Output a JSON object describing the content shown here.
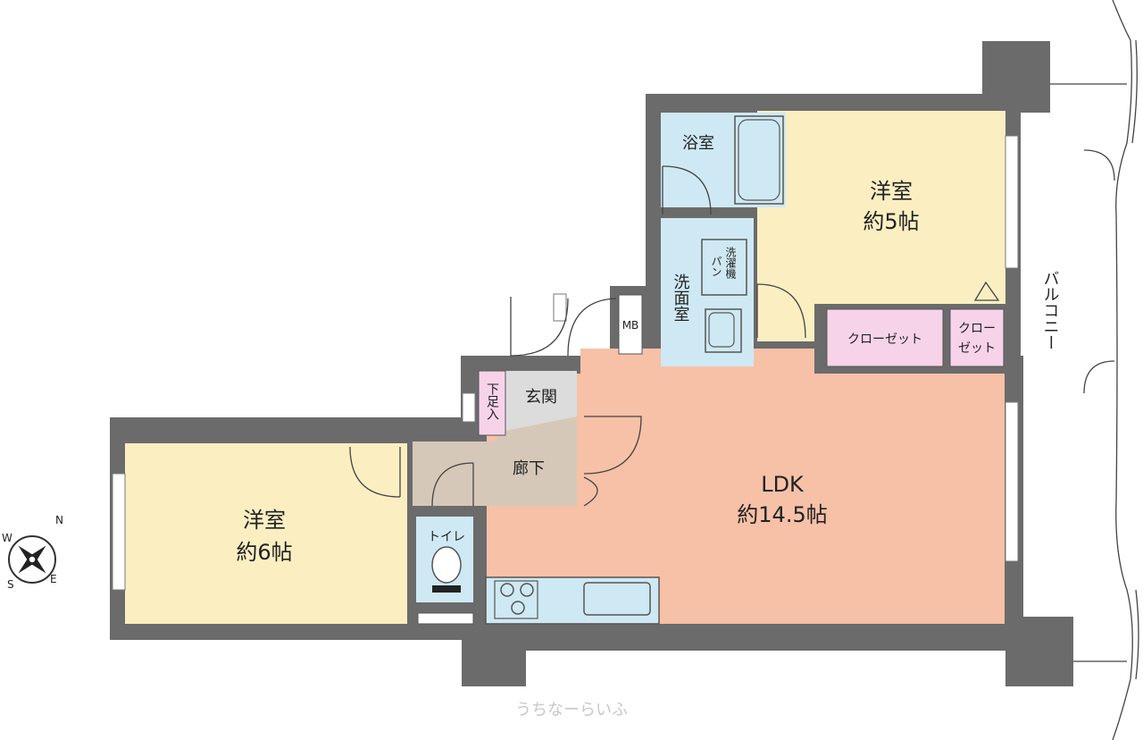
{
  "rooms": {
    "western_room_large": {
      "name": "洋室",
      "size": "約6帖"
    },
    "western_room_small": {
      "name": "洋室",
      "size": "約5帖"
    },
    "ldk": {
      "name": "LDK",
      "size": "約14.5帖"
    },
    "bathroom": {
      "name": "浴室"
    },
    "washroom": {
      "name": "洗面室"
    },
    "washing_machine_pan": {
      "line1": "洗濯機",
      "line2": "パン"
    },
    "entrance": {
      "name": "玄関"
    },
    "shoe_storage": {
      "name": "下足入"
    },
    "hallway": {
      "name": "廊下"
    },
    "toilet": {
      "name": "トイレ"
    },
    "closet_wide": {
      "name": "クローゼット"
    },
    "closet_narrow": {
      "line1": "クロー",
      "line2": "ゼット"
    },
    "meter_box": {
      "name": "MB"
    },
    "balcony": {
      "name": "バルコニー"
    }
  },
  "compass": {
    "n": "N",
    "e": "E",
    "s": "S",
    "w": "W"
  },
  "watermark": "うちなーらいふ",
  "colors": {
    "wall": "#6b6b6b",
    "western_room": "#fbefc2",
    "ldk": "#f6c1a7",
    "water_area": "#cfe9f4",
    "closet": "#f7d3ea",
    "hallway": "#d6c8b8",
    "entrance": "#dcdcdc"
  }
}
